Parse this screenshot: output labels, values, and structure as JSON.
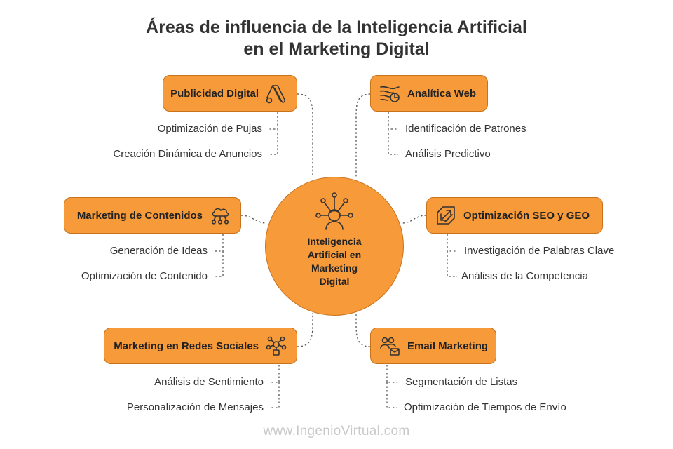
{
  "title": {
    "line1": "Áreas de influencia de la Inteligencia Artificial",
    "line2": "en el Marketing Digital"
  },
  "center": {
    "lines": [
      "Inteligencia",
      "Artificial en",
      "Marketing",
      "Digital"
    ],
    "icon": "person-network-icon"
  },
  "nodes": [
    {
      "id": "publicidad",
      "label": "Publicidad Digital",
      "icon": "google-ads-icon",
      "subs": [
        "Optimización de Pujas",
        "Creación Dinámica de Anuncios"
      ]
    },
    {
      "id": "analitica",
      "label": "Analítica Web",
      "icon": "analytics-icon",
      "subs": [
        "Identificación de Patrones",
        "Análisis Predictivo"
      ]
    },
    {
      "id": "contenidos",
      "label": "Marketing de Contenidos",
      "icon": "cloud-network-icon",
      "subs": [
        "Generación de Ideas",
        "Optimización de Contenido"
      ]
    },
    {
      "id": "seo",
      "label": "Optimización SEO y GEO",
      "icon": "seo-chip-icon",
      "subs": [
        "Investigación de Palabras Clave",
        "Análisis de la Competencia"
      ]
    },
    {
      "id": "redes",
      "label": "Marketing en Redes Sociales",
      "icon": "social-network-icon",
      "subs": [
        "Análisis de Sentimiento",
        "Personalización de Mensajes"
      ]
    },
    {
      "id": "email",
      "label": "Email Marketing",
      "icon": "email-people-icon",
      "subs": [
        "Segmentación de Listas",
        "Optimización de Tiempos de Envío"
      ]
    }
  ],
  "footer": "www.IngenioVirtual.com",
  "colors": {
    "accent": "#f79a3a",
    "border": "#c8721c",
    "text": "#333333",
    "footer": "#c9c9c9"
  }
}
